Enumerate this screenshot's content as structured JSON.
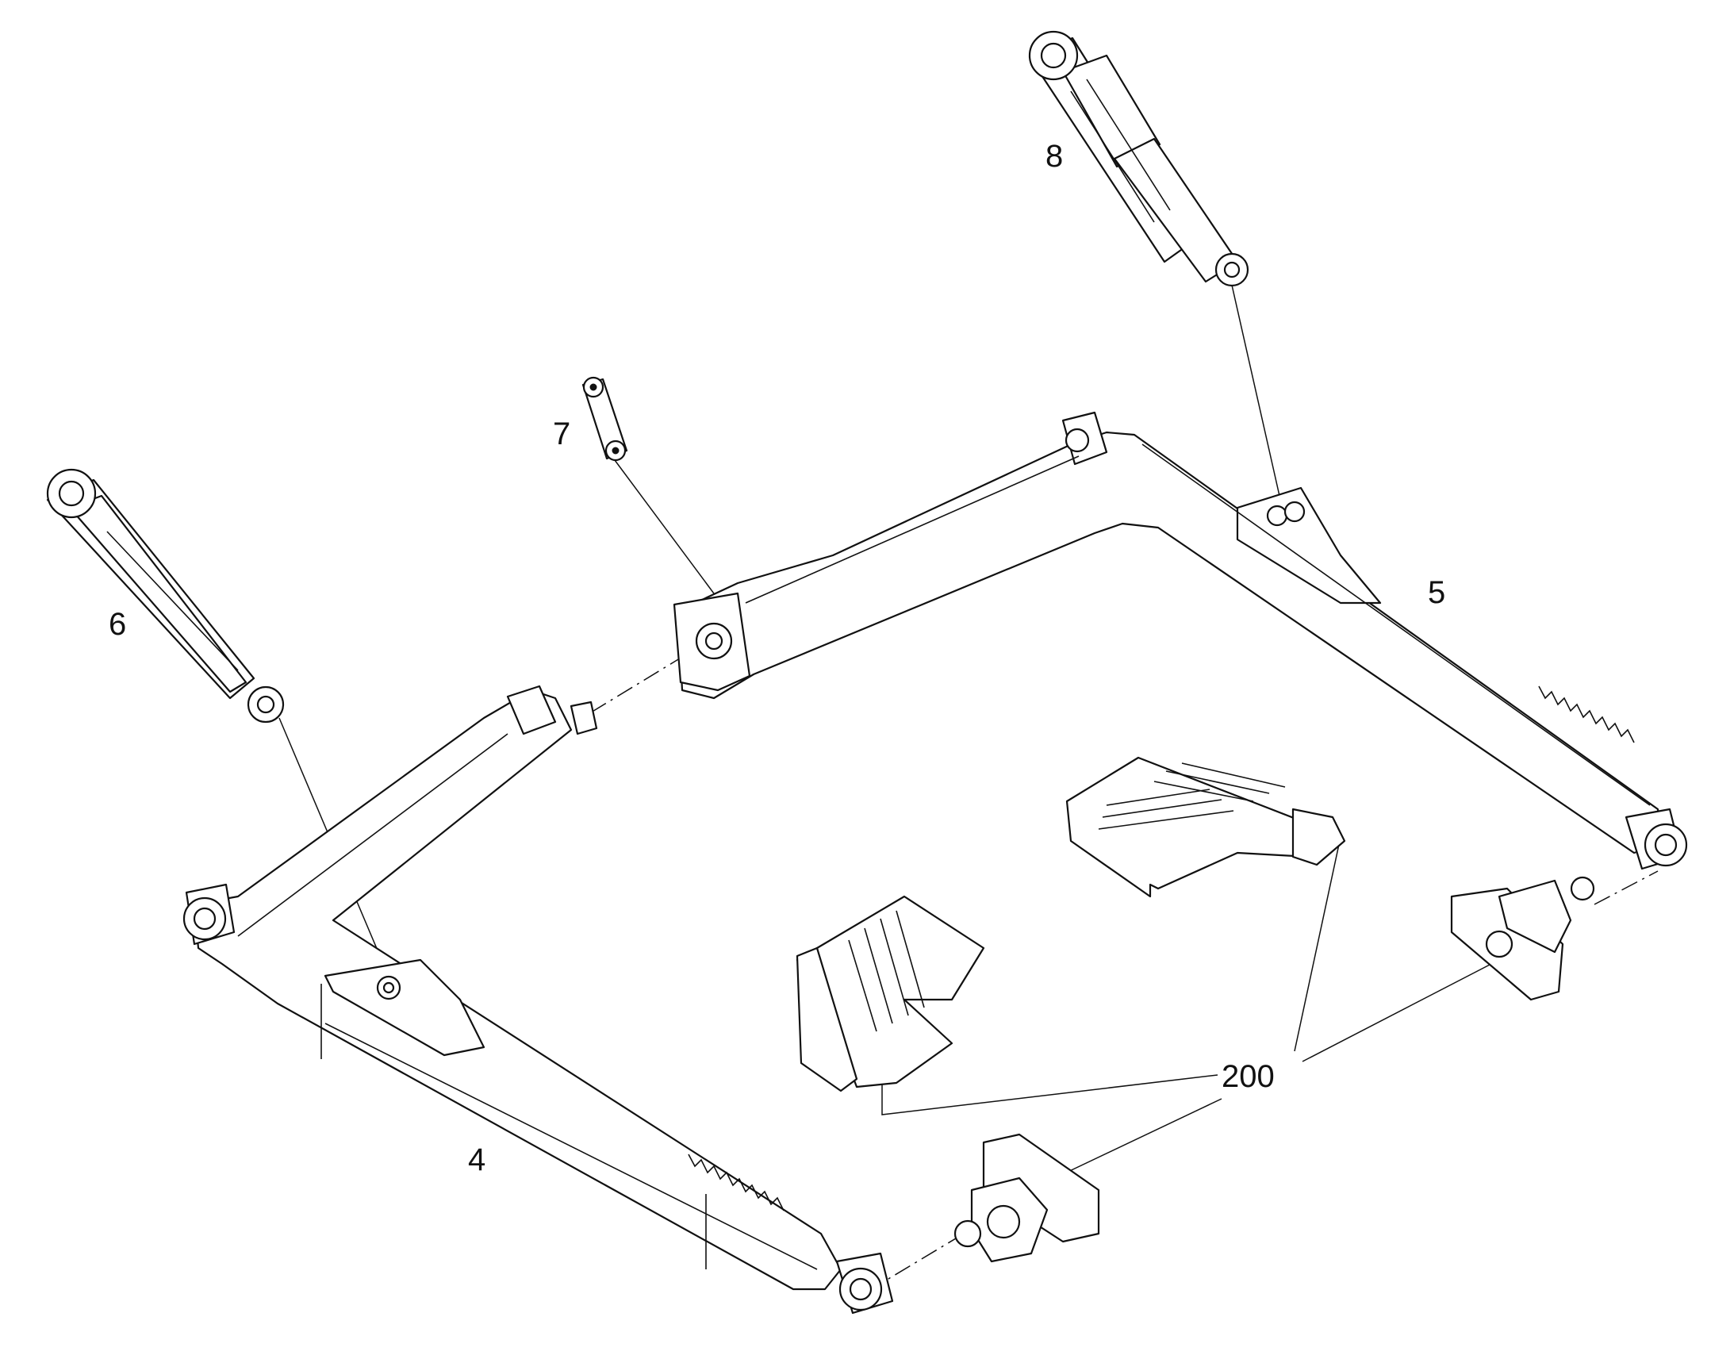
{
  "diagram": {
    "callouts": {
      "part_4": "4",
      "part_5": "5",
      "part_6": "6",
      "part_7": "7",
      "part_8": "8",
      "part_200": "200"
    }
  }
}
